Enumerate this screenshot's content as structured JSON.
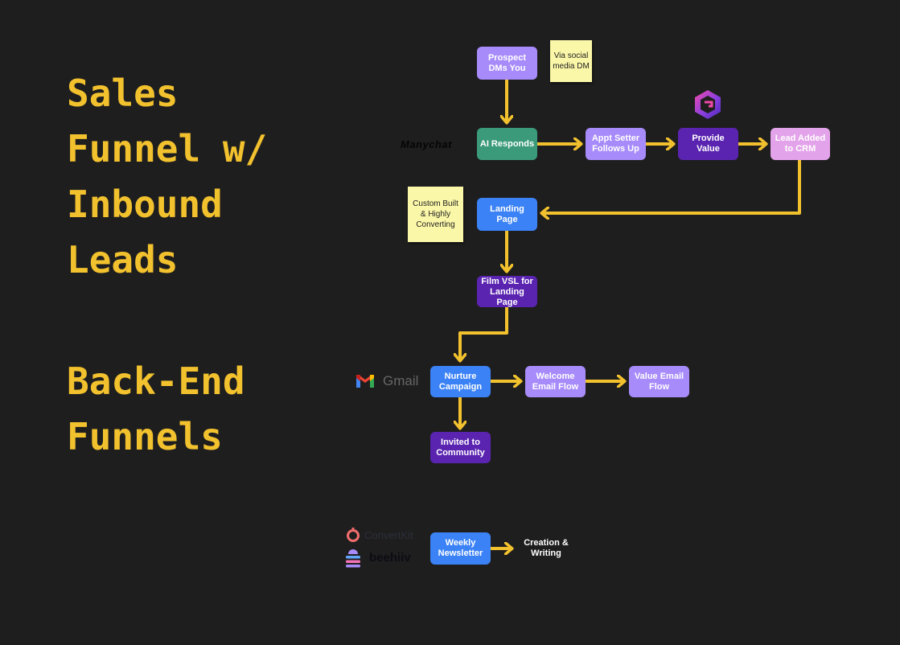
{
  "headings": {
    "sales_funnel": "Sales\nFunnel w/\nInbound\nLeads",
    "back_end": "Back-End\nFunnels"
  },
  "nodes": {
    "prospect_dms": "Prospect DMs You",
    "ai_responds": "AI Responds",
    "appt_setter": "Appt Setter Follows Up",
    "provide_value": "Provide Value",
    "lead_added": "Lead Added to CRM",
    "landing_page": "Landing Page",
    "film_vsl": "Film VSL for Landing Page",
    "nurture_campaign": "Nurture Campaign",
    "welcome_email": "Welcome Email Flow",
    "value_email": "Value Email Flow",
    "invited_community": "Invited to Community",
    "weekly_newsletter": "Weekly Newsletter",
    "creation_writing": "Creation & Writing"
  },
  "notes": {
    "via_social": "Via social media DM",
    "custom_built": "Custom Built & Highly Converting"
  },
  "logos": {
    "manychat": "Manychat",
    "gmail": "Gmail",
    "convertkit": "ConvertKit",
    "beehiiv": "beehiiv",
    "provide_value_logo": "gradient-cube-logo-icon"
  },
  "colors": {
    "heading": "#f2c12e",
    "arrow": "#f2c12e",
    "background": "#1e1e1e"
  }
}
